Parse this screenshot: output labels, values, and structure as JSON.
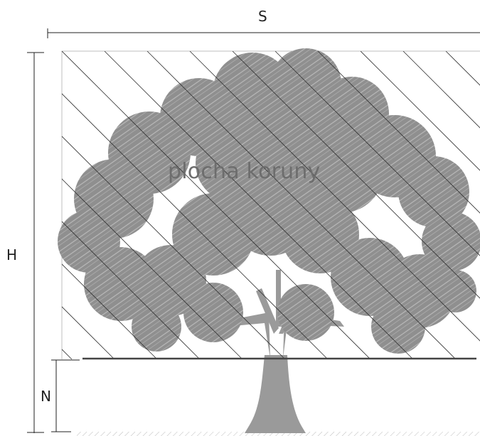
{
  "labels": {
    "width": "S",
    "height": "H",
    "trunk_height": "N",
    "crown_area": "plocha koruny"
  },
  "colors": {
    "tree": "#9a9a9a",
    "lines": "#222222",
    "hatch": "#333333",
    "ground": "#bdbdbd"
  }
}
